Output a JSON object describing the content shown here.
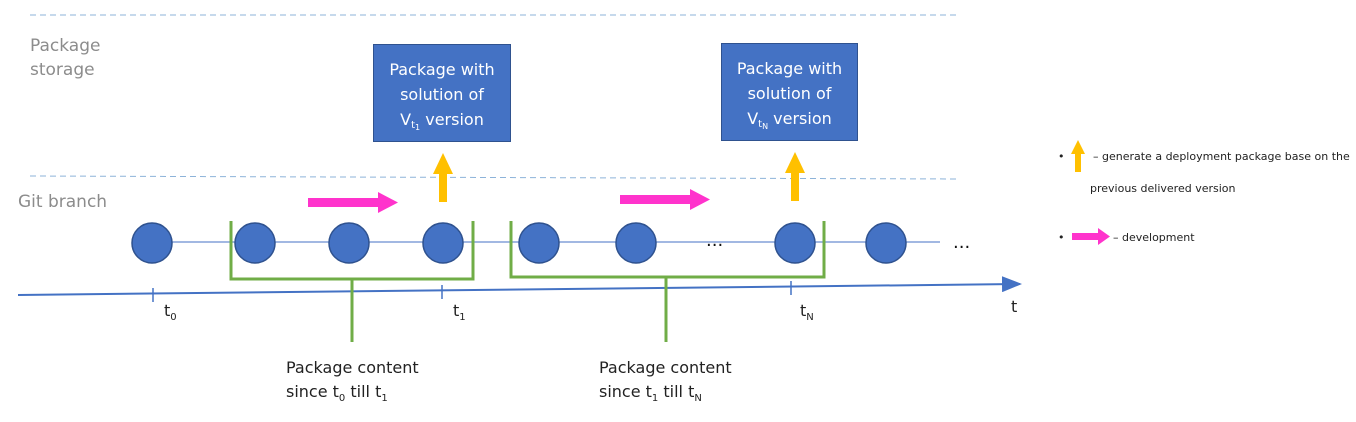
{
  "lanes": {
    "storage_label_line1": "Package",
    "storage_label_line2": "storage",
    "git_label": "Git branch"
  },
  "packages": [
    {
      "line1": "Package with",
      "line2": "solution of",
      "version_prefix": "V",
      "version_sub": "t",
      "version_subsub": "1",
      "version_suffix": " version"
    },
    {
      "line1": "Package with",
      "line2": "solution of",
      "version_prefix": "V",
      "version_sub": "t",
      "version_subsub": "N",
      "version_suffix": " version"
    }
  ],
  "ticks": [
    {
      "base": "t",
      "sub": "0"
    },
    {
      "base": "t",
      "sub": "1"
    },
    {
      "base": "t",
      "sub": "N"
    }
  ],
  "axis_label": "t",
  "ellipsis": [
    "...",
    "..."
  ],
  "content_labels": [
    {
      "line1": "Package content",
      "since": "since t",
      "since_sub": "0",
      "till": " till t",
      "till_sub": "1"
    },
    {
      "line1": "Package content",
      "since": "since t",
      "since_sub": "1",
      "till": " till t",
      "till_sub": "N"
    }
  ],
  "legend": {
    "item1_text_line1": "– generate a deployment package base on the",
    "item1_text_line2": "previous delivered version",
    "item2_text": "– development",
    "bullet": "•"
  },
  "colors": {
    "commit": "#4472c4",
    "box": "#4472c4",
    "orange_arrow": "#ffc000",
    "magenta_arrow": "#ff33cc",
    "bracket": "#70ad47",
    "axis": "#4472c4",
    "dashed": "#8db3d9"
  }
}
